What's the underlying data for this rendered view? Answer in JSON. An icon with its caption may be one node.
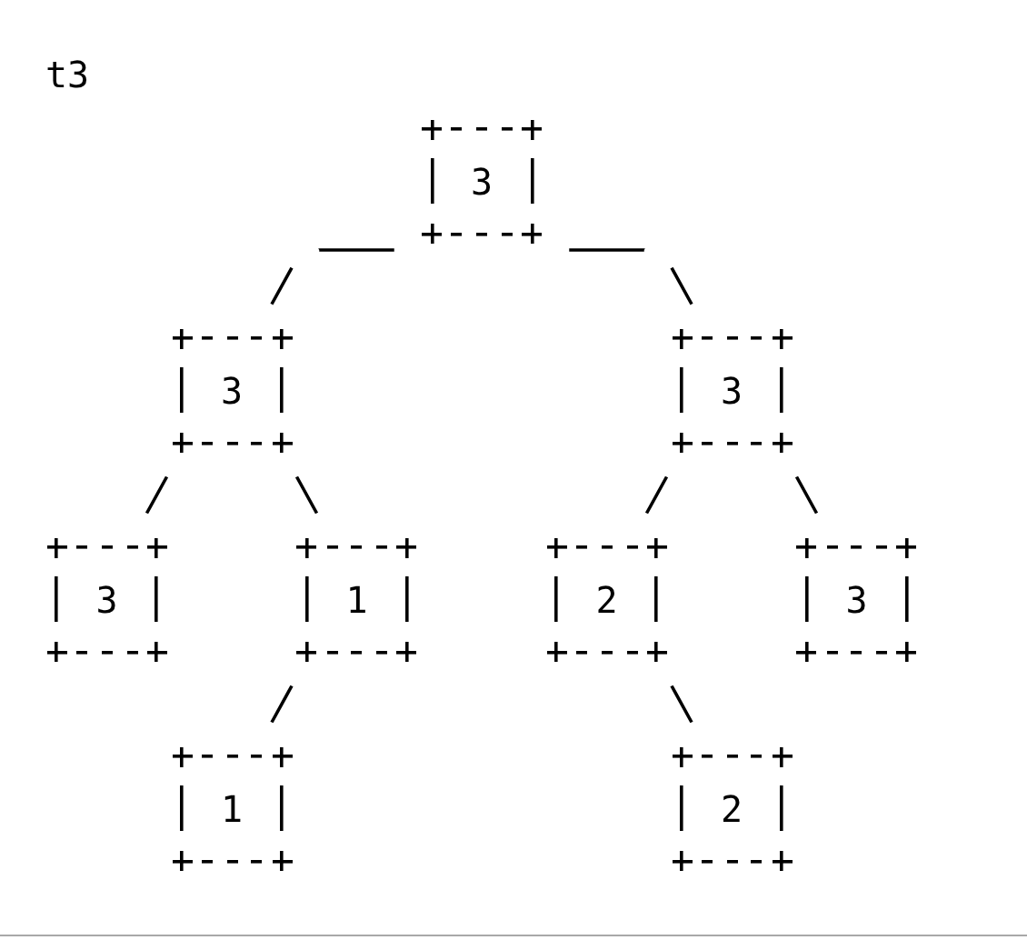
{
  "diagram": {
    "title": "t3",
    "nodes": [
      {
        "text": [
          "3"
        ]
      },
      {
        "text": [
          "3"
        ]
      },
      {
        "text": [
          "3"
        ]
      },
      {
        "text": [
          "3"
        ]
      },
      {
        "text": [
          "1"
        ]
      },
      {
        "text": [
          "2"
        ]
      },
      {
        "text": [
          "3"
        ]
      },
      {
        "text": [
          "1"
        ]
      },
      {
        "text": [
          "2"
        ]
      }
    ],
    "edges": [
      {
        "from": 0,
        "to": 1,
        "arrow": "none"
      },
      {
        "from": 0,
        "to": 2,
        "arrow": "none"
      },
      {
        "from": 1,
        "to": 3,
        "arrow": "none"
      },
      {
        "from": 1,
        "to": 4,
        "arrow": "none"
      },
      {
        "from": 2,
        "to": 5,
        "arrow": "none"
      },
      {
        "from": 2,
        "to": 6,
        "arrow": "none"
      },
      {
        "from": 4,
        "to": 7,
        "arrow": "none"
      },
      {
        "from": 5,
        "to": 8,
        "arrow": "none"
      }
    ]
  }
}
